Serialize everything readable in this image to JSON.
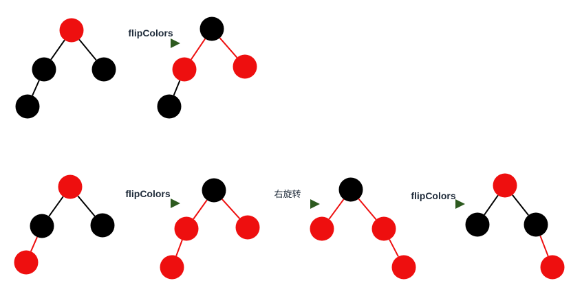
{
  "colors": {
    "red": "#ee0f0f",
    "black": "#000000",
    "arrow": "#2d5a1f",
    "background": "#ffffff"
  },
  "labels": {
    "row1_arrow1": "flipColors",
    "row2_arrow1": "flipColors",
    "row2_arrow2": "右旋转",
    "row2_arrow3": "flipColors"
  },
  "trees": [
    {
      "id": "row1-tree1",
      "nodes": [
        {
          "n": "root",
          "c": "red"
        },
        {
          "n": "left",
          "c": "black"
        },
        {
          "n": "right",
          "c": "black"
        },
        {
          "n": "left-left",
          "c": "black"
        }
      ]
    },
    {
      "id": "row1-tree2",
      "nodes": [
        {
          "n": "root",
          "c": "black"
        },
        {
          "n": "left",
          "c": "red"
        },
        {
          "n": "right",
          "c": "red"
        },
        {
          "n": "left-left",
          "c": "black"
        }
      ]
    },
    {
      "id": "row2-tree1",
      "nodes": [
        {
          "n": "root",
          "c": "red"
        },
        {
          "n": "left",
          "c": "black"
        },
        {
          "n": "right",
          "c": "black"
        },
        {
          "n": "left-left",
          "c": "red"
        }
      ]
    },
    {
      "id": "row2-tree2",
      "nodes": [
        {
          "n": "root",
          "c": "black"
        },
        {
          "n": "left",
          "c": "red"
        },
        {
          "n": "right",
          "c": "red"
        },
        {
          "n": "left-left",
          "c": "red"
        }
      ]
    },
    {
      "id": "row2-tree3",
      "nodes": [
        {
          "n": "root",
          "c": "black"
        },
        {
          "n": "left",
          "c": "red"
        },
        {
          "n": "right",
          "c": "red"
        },
        {
          "n": "right-right",
          "c": "red"
        }
      ]
    },
    {
      "id": "row2-tree4",
      "nodes": [
        {
          "n": "root",
          "c": "red"
        },
        {
          "n": "left",
          "c": "black"
        },
        {
          "n": "right",
          "c": "black"
        },
        {
          "n": "right-right",
          "c": "red"
        }
      ]
    }
  ]
}
